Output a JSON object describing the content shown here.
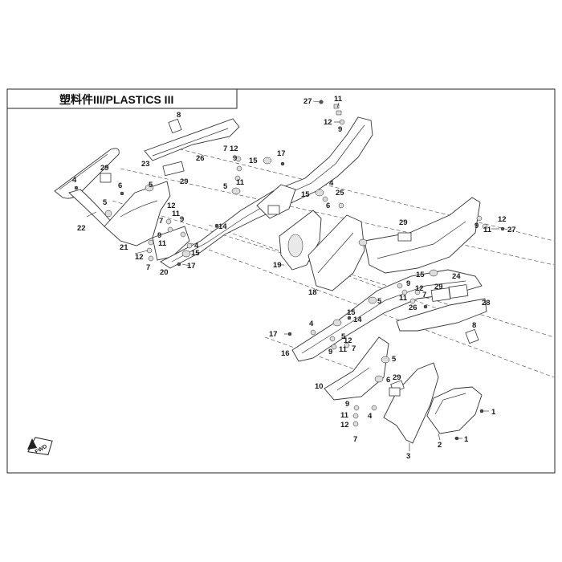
{
  "title": "塑料件III/PLASTICS III",
  "fwd_label": "FWD",
  "callouts": [
    {
      "id": "c27a",
      "text": "27"
    },
    {
      "id": "c11a",
      "text": "11"
    },
    {
      "id": "c12a",
      "text": "12"
    },
    {
      "id": "c9a",
      "text": "9"
    },
    {
      "id": "c8a",
      "text": "8"
    },
    {
      "id": "c7a",
      "text": "7"
    },
    {
      "id": "c12b",
      "text": "12"
    },
    {
      "id": "c15a",
      "text": "15"
    },
    {
      "id": "c17a",
      "text": "17"
    },
    {
      "id": "c9b",
      "text": "9"
    },
    {
      "id": "c11b",
      "text": "11"
    },
    {
      "id": "c26a",
      "text": "26"
    },
    {
      "id": "c23",
      "text": "23"
    },
    {
      "id": "c29a",
      "text": "29"
    },
    {
      "id": "c29b",
      "text": "29"
    },
    {
      "id": "c4a",
      "text": "4"
    },
    {
      "id": "c5a",
      "text": "5"
    },
    {
      "id": "c6a",
      "text": "6"
    },
    {
      "id": "c5b",
      "text": "5"
    },
    {
      "id": "c5c",
      "text": "5"
    },
    {
      "id": "c15b",
      "text": "15"
    },
    {
      "id": "c4b",
      "text": "4"
    },
    {
      "id": "c25",
      "text": "25"
    },
    {
      "id": "c6b",
      "text": "6"
    },
    {
      "id": "c22",
      "text": "22"
    },
    {
      "id": "c12c",
      "text": "12"
    },
    {
      "id": "c11c",
      "text": "11"
    },
    {
      "id": "c7b",
      "text": "7"
    },
    {
      "id": "c9c",
      "text": "9"
    },
    {
      "id": "c14a",
      "text": "14"
    },
    {
      "id": "c9d",
      "text": "9"
    },
    {
      "id": "c11d",
      "text": "11"
    },
    {
      "id": "c21",
      "text": "21"
    },
    {
      "id": "c12d",
      "text": "12"
    },
    {
      "id": "c4c",
      "text": "4"
    },
    {
      "id": "c15c",
      "text": "15"
    },
    {
      "id": "c7c",
      "text": "7"
    },
    {
      "id": "c17b",
      "text": "17"
    },
    {
      "id": "c20",
      "text": "20"
    },
    {
      "id": "c19",
      "text": "19"
    },
    {
      "id": "c29c",
      "text": "29"
    },
    {
      "id": "c9e",
      "text": "9"
    },
    {
      "id": "c12e",
      "text": "12"
    },
    {
      "id": "c11e",
      "text": "11"
    },
    {
      "id": "c27b",
      "text": "27"
    },
    {
      "id": "c15d",
      "text": "15"
    },
    {
      "id": "c24",
      "text": "24"
    },
    {
      "id": "c29d",
      "text": "29"
    },
    {
      "id": "c9f",
      "text": "9"
    },
    {
      "id": "c12f",
      "text": "12"
    },
    {
      "id": "c7d",
      "text": "7"
    },
    {
      "id": "c18",
      "text": "18"
    },
    {
      "id": "c5d",
      "text": "5"
    },
    {
      "id": "c11f",
      "text": "11"
    },
    {
      "id": "c26b",
      "text": "26"
    },
    {
      "id": "c15e",
      "text": "15"
    },
    {
      "id": "c28",
      "text": "28"
    },
    {
      "id": "c14b",
      "text": "14"
    },
    {
      "id": "c17c",
      "text": "17"
    },
    {
      "id": "c4d",
      "text": "4"
    },
    {
      "id": "c5e",
      "text": "5"
    },
    {
      "id": "c8b",
      "text": "8"
    },
    {
      "id": "c16",
      "text": "16"
    },
    {
      "id": "c9g",
      "text": "9"
    },
    {
      "id": "c12g",
      "text": "12"
    },
    {
      "id": "c11g",
      "text": "11"
    },
    {
      "id": "c7e",
      "text": "7"
    },
    {
      "id": "c5f",
      "text": "5"
    },
    {
      "id": "c6c",
      "text": "6"
    },
    {
      "id": "c10",
      "text": "10"
    },
    {
      "id": "c29e",
      "text": "29"
    },
    {
      "id": "c9h",
      "text": "9"
    },
    {
      "id": "c4e",
      "text": "4"
    },
    {
      "id": "c11h",
      "text": "11"
    },
    {
      "id": "c12h",
      "text": "12"
    },
    {
      "id": "c7f",
      "text": "7"
    },
    {
      "id": "c1a",
      "text": "1"
    },
    {
      "id": "c1b",
      "text": "1"
    },
    {
      "id": "c2",
      "text": "2"
    },
    {
      "id": "c3",
      "text": "3"
    }
  ]
}
